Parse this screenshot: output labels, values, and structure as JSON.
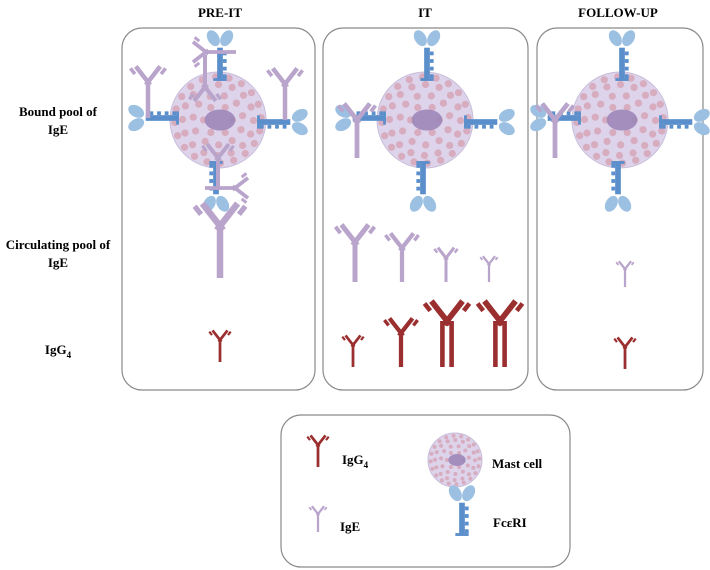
{
  "columns": {
    "pre_it": "PRE-IT",
    "it": "IT",
    "follow_up": "FOLLOW-UP"
  },
  "rows": {
    "bound_line1": "Bound pool of",
    "bound_line2": "IgE",
    "circ_line1": "Circulating pool of",
    "circ_line2": "IgE",
    "igg4_base": "IgG",
    "igg4_sub": "4"
  },
  "legend": {
    "igg4_base": "IgG",
    "igg4_sub": "4",
    "ige": "IgE",
    "mast_cell": "Mast cell",
    "fceri": "FcεRI"
  },
  "colors": {
    "ige": "#b9a4cb",
    "igg4": "#9b2f2f",
    "mast_cell": "#ddd3ea",
    "granule": "#d6a4b6",
    "nucleus": "#9c86b8",
    "fceri": "#5b8fcb",
    "fceri_light": "#9cc0e2",
    "panel_border": "#8a8a8a"
  }
}
